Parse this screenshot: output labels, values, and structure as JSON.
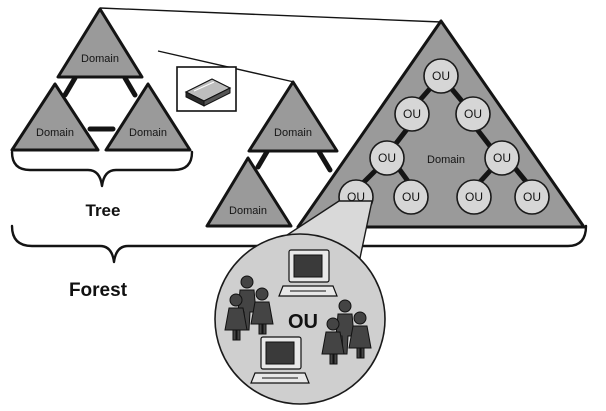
{
  "labels": {
    "domain": "Domain",
    "ou": "OU",
    "tree": "Tree",
    "forest": "Forest"
  },
  "icons": [
    "server-icon",
    "computer-icon",
    "person-icon"
  ]
}
